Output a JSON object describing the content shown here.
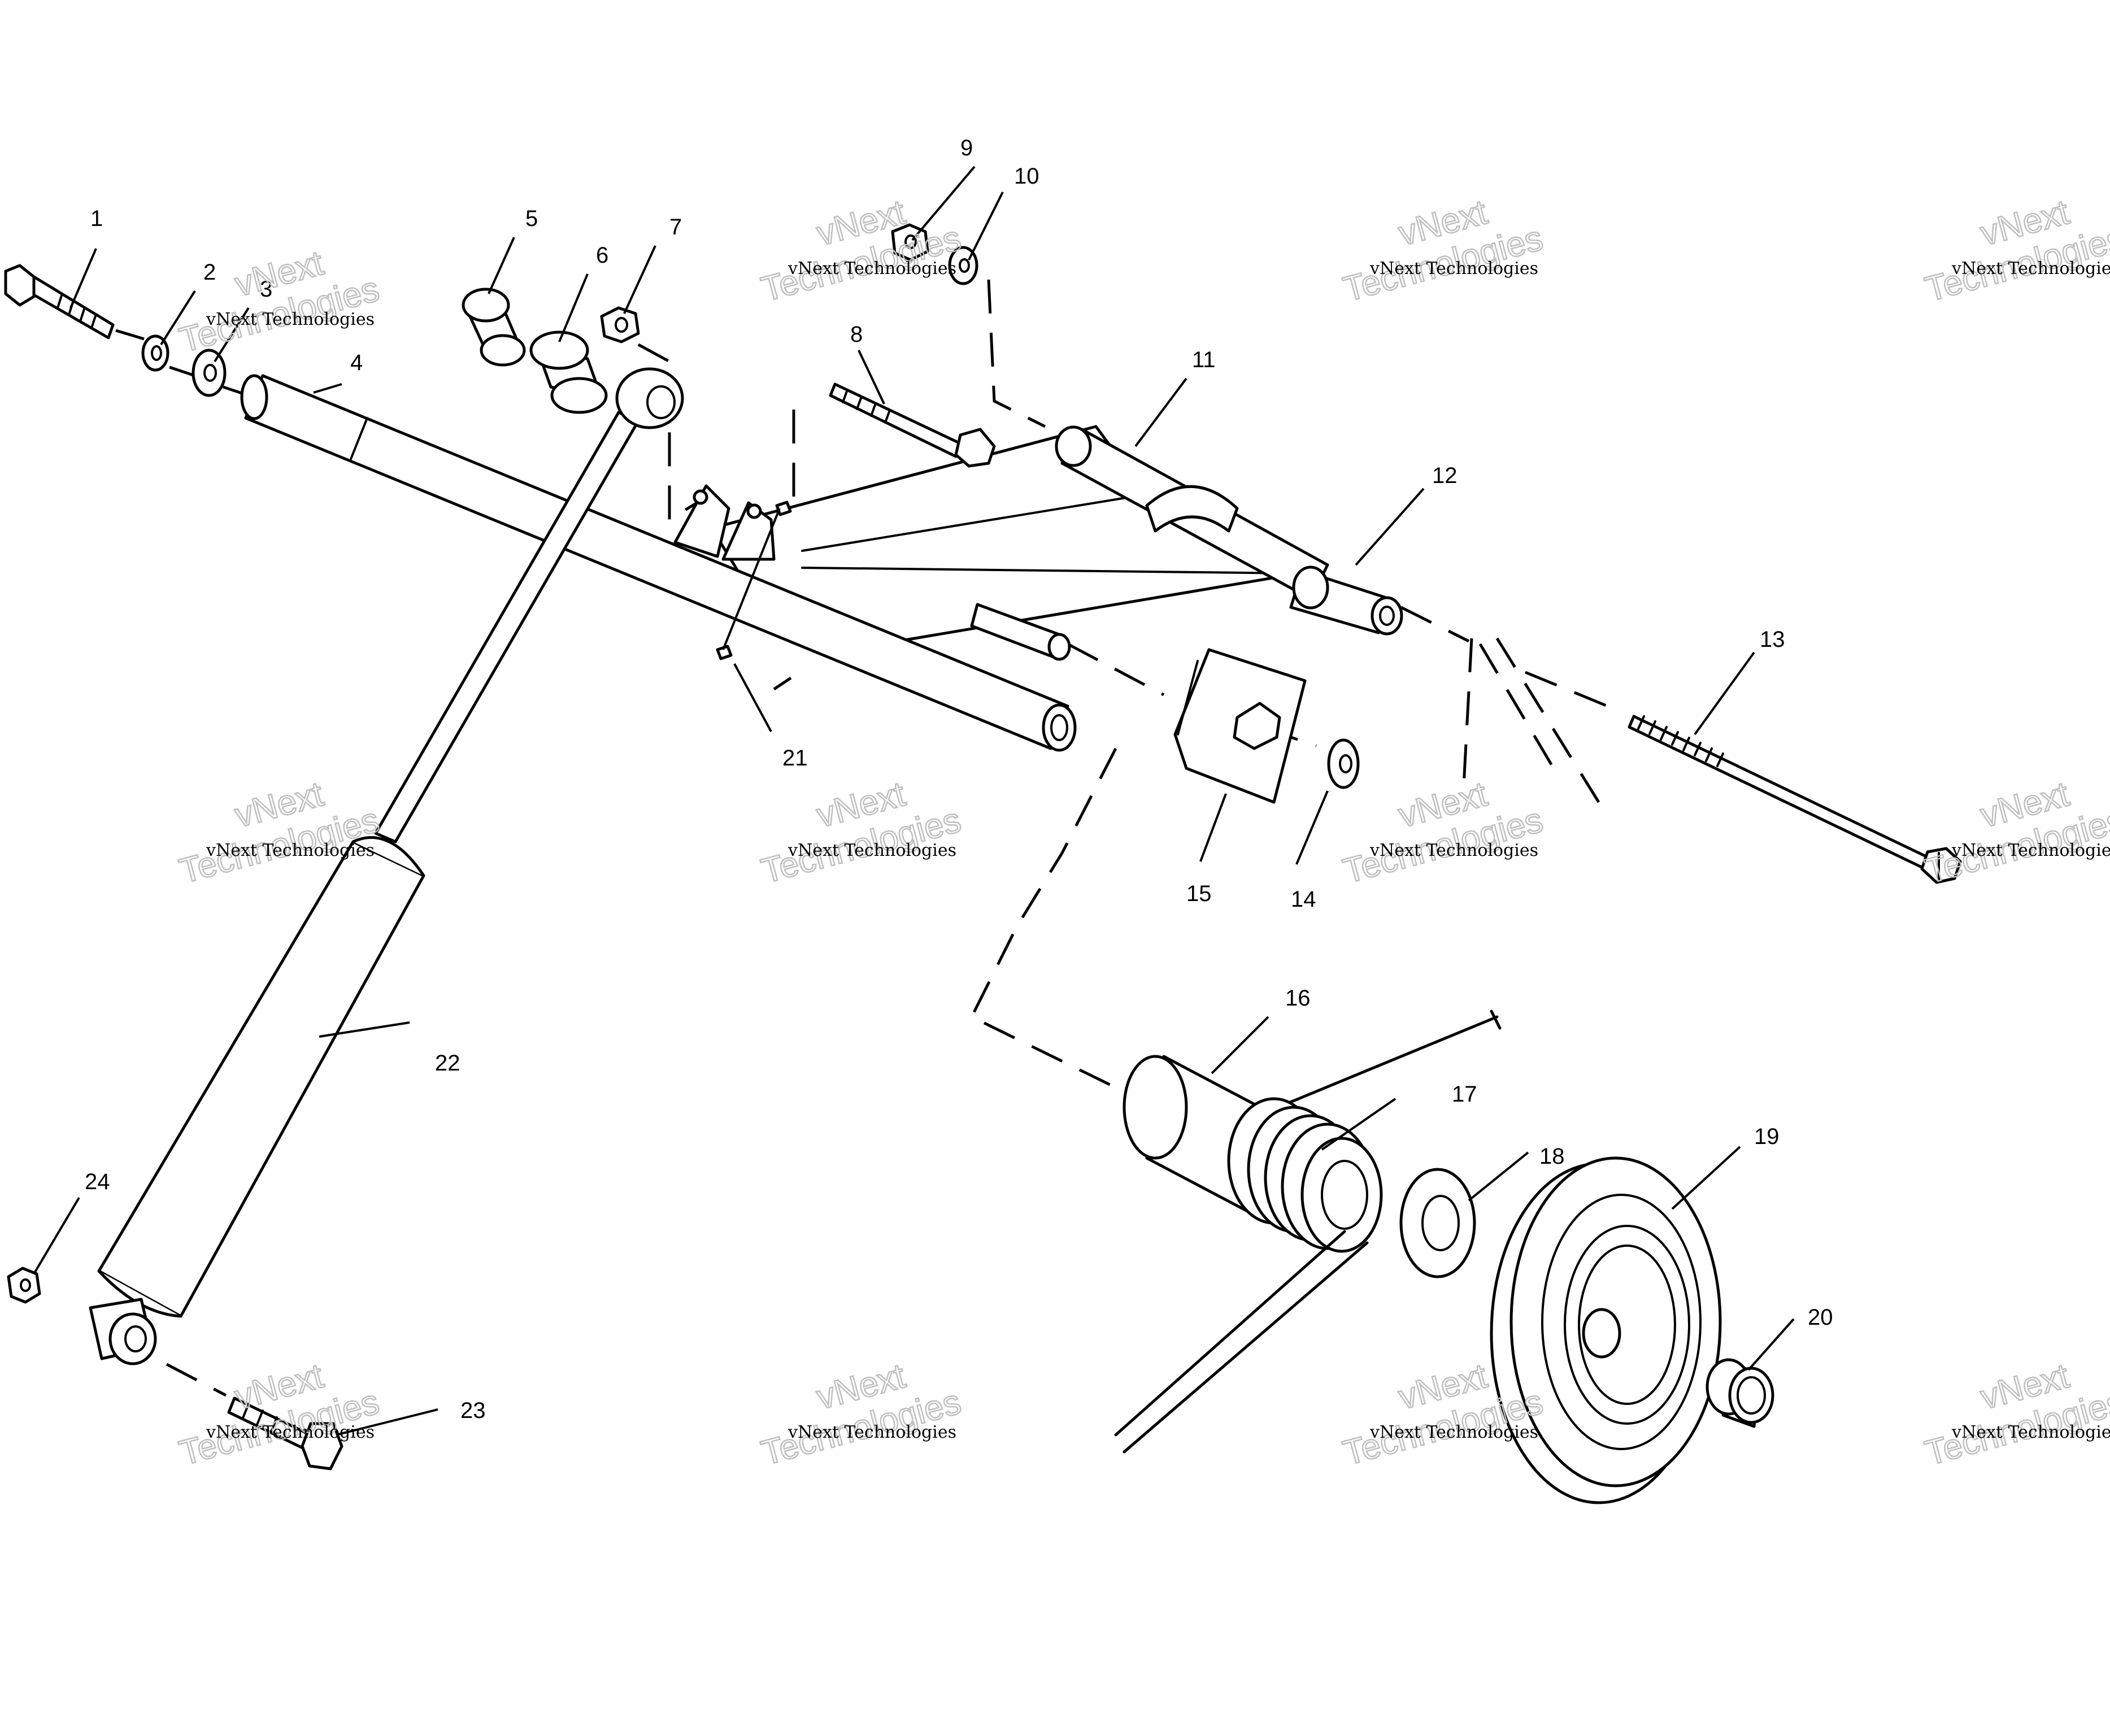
{
  "callouts": [
    {
      "id": "c1",
      "label": "1"
    },
    {
      "id": "c2",
      "label": "2"
    },
    {
      "id": "c3",
      "label": "3"
    },
    {
      "id": "c4",
      "label": "4"
    },
    {
      "id": "c5",
      "label": "5"
    },
    {
      "id": "c6",
      "label": "6"
    },
    {
      "id": "c7",
      "label": "7"
    },
    {
      "id": "c8",
      "label": "8"
    },
    {
      "id": "c9",
      "label": "9"
    },
    {
      "id": "c10",
      "label": "10"
    },
    {
      "id": "c11",
      "label": "11"
    },
    {
      "id": "c12",
      "label": "12"
    },
    {
      "id": "c13",
      "label": "13"
    },
    {
      "id": "c14",
      "label": "14"
    },
    {
      "id": "c15",
      "label": "15"
    },
    {
      "id": "c16",
      "label": "16"
    },
    {
      "id": "c17",
      "label": "17"
    },
    {
      "id": "c18",
      "label": "18"
    },
    {
      "id": "c19",
      "label": "19"
    },
    {
      "id": "c20",
      "label": "20"
    },
    {
      "id": "c21",
      "label": "21"
    },
    {
      "id": "c22",
      "label": "22"
    },
    {
      "id": "c23",
      "label": "23"
    },
    {
      "id": "c24",
      "label": "24"
    }
  ],
  "watermark": {
    "line_small": "vNext Technologies",
    "line_top": "vNext",
    "line_bottom": "Technologies"
  },
  "colors": {
    "ink": "#000000",
    "watermark_outline": "#bfbfbf",
    "background": "#ffffff"
  }
}
